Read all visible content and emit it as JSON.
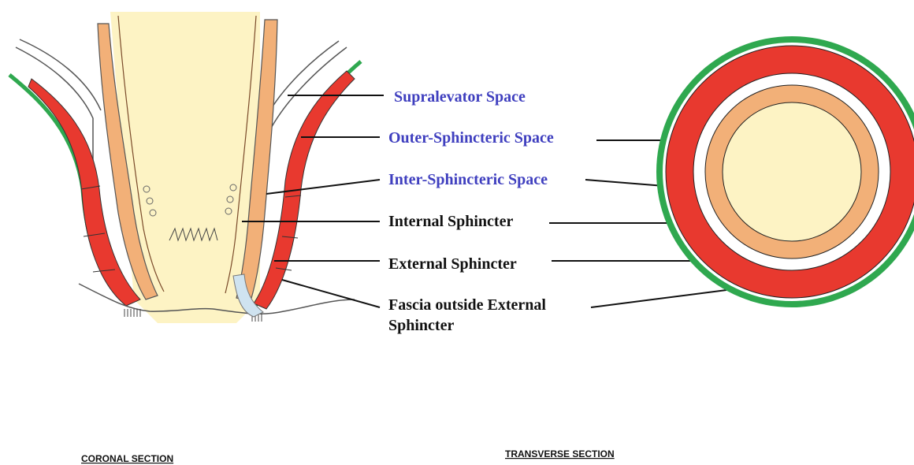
{
  "colors": {
    "blue_label": "#3f3fbf",
    "black_label": "#111111",
    "lumen": "#fdf3c4",
    "internal_sphincter": "#f2b078",
    "external_sphincter": "#e8392f",
    "fascia": "#2fa84f",
    "space": "#ffffff",
    "outline": "#222222"
  },
  "labels": {
    "supralevator": "Supralevator Space",
    "outer_sphincteric": "Outer-Sphincteric Space",
    "inter_sphincteric": "Inter-Sphincteric Space",
    "internal_sphincter": "Internal Sphincter",
    "external_sphincter": "External Sphincter",
    "fascia_line1": "Fascia outside External",
    "fascia_line2": "Sphincter"
  },
  "captions": {
    "coronal": "CORONAL SECTION",
    "transverse": "TRANSVERSE SECTION"
  }
}
